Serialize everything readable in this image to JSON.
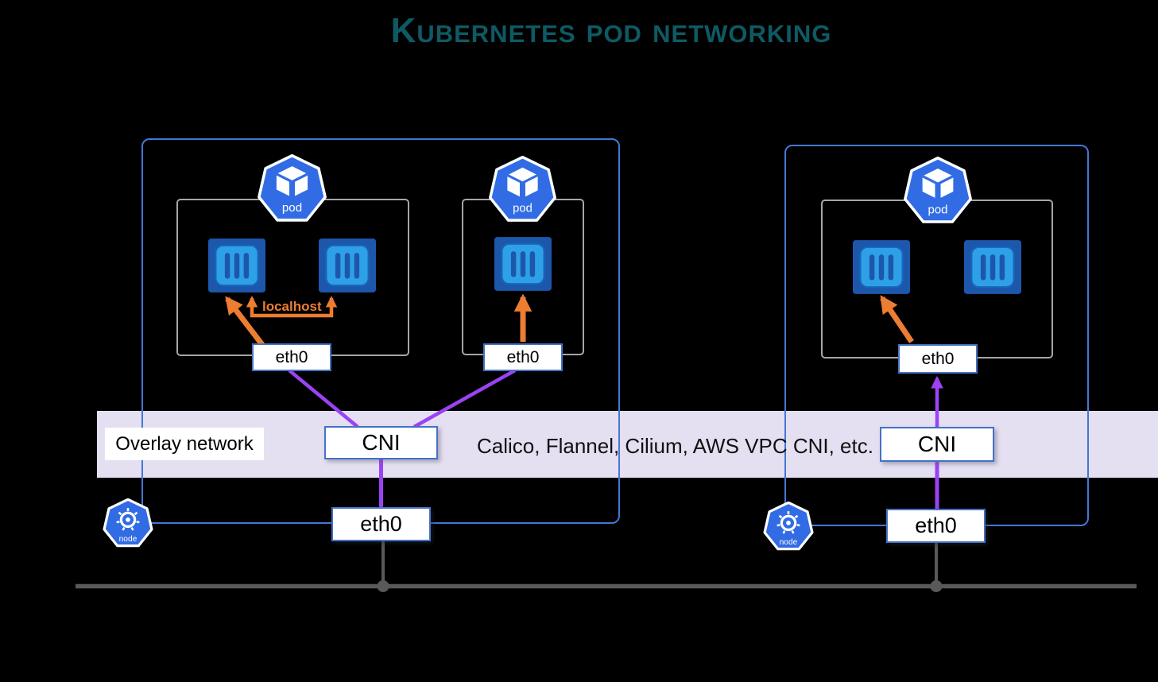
{
  "title": "Kubernetes pod networking",
  "overlay": {
    "label": "Overlay network",
    "plugins": "Calico, Flannel, Cilium, AWS VPC CNI, etc."
  },
  "cni_boxes": [
    {
      "label": "CNI"
    },
    {
      "label": "CNI"
    }
  ],
  "nodes": [
    {
      "label": "node",
      "eth0": "eth0",
      "pods": [
        {
          "label": "pod",
          "eth0": "eth0",
          "containers": 2,
          "localhost_label": "localhost"
        },
        {
          "label": "pod",
          "eth0": "eth0",
          "containers": 1
        }
      ]
    },
    {
      "label": "node",
      "eth0": "eth0",
      "pods": [
        {
          "label": "pod",
          "eth0": "eth0",
          "containers": 2
        }
      ]
    }
  ],
  "colors": {
    "title_teal": "#0E5A64",
    "kubernetes_blue": "#326CE5",
    "node_border_blue": "#4377D6",
    "box_border_blue": "#4472C4",
    "pod_border_gray": "#A6A6A6",
    "overlay_band_lavender": "#E4DFF1",
    "purple_link": "#9C42F5",
    "orange_arrow": "#ED7D31",
    "network_line_gray": "#595959",
    "container_dark_blue": "#1D57AC",
    "container_light_blue": "#2EA0E8",
    "background": "#000000"
  }
}
